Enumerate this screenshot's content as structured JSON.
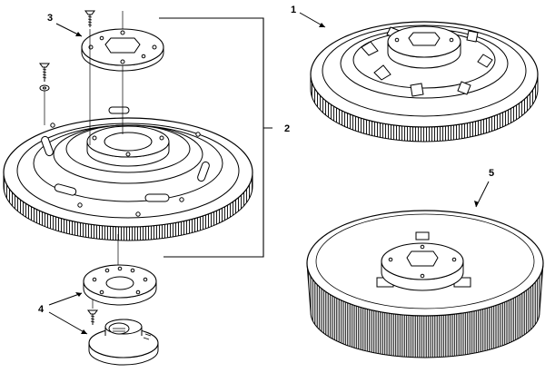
{
  "diagram": {
    "callouts": {
      "pad_driver": "1",
      "drive_assembly": "2",
      "drive_plate": "3",
      "clutch_plate_set": "4",
      "brush": "5"
    }
  },
  "colors": {
    "line": "#000000",
    "background": "#ffffff"
  }
}
